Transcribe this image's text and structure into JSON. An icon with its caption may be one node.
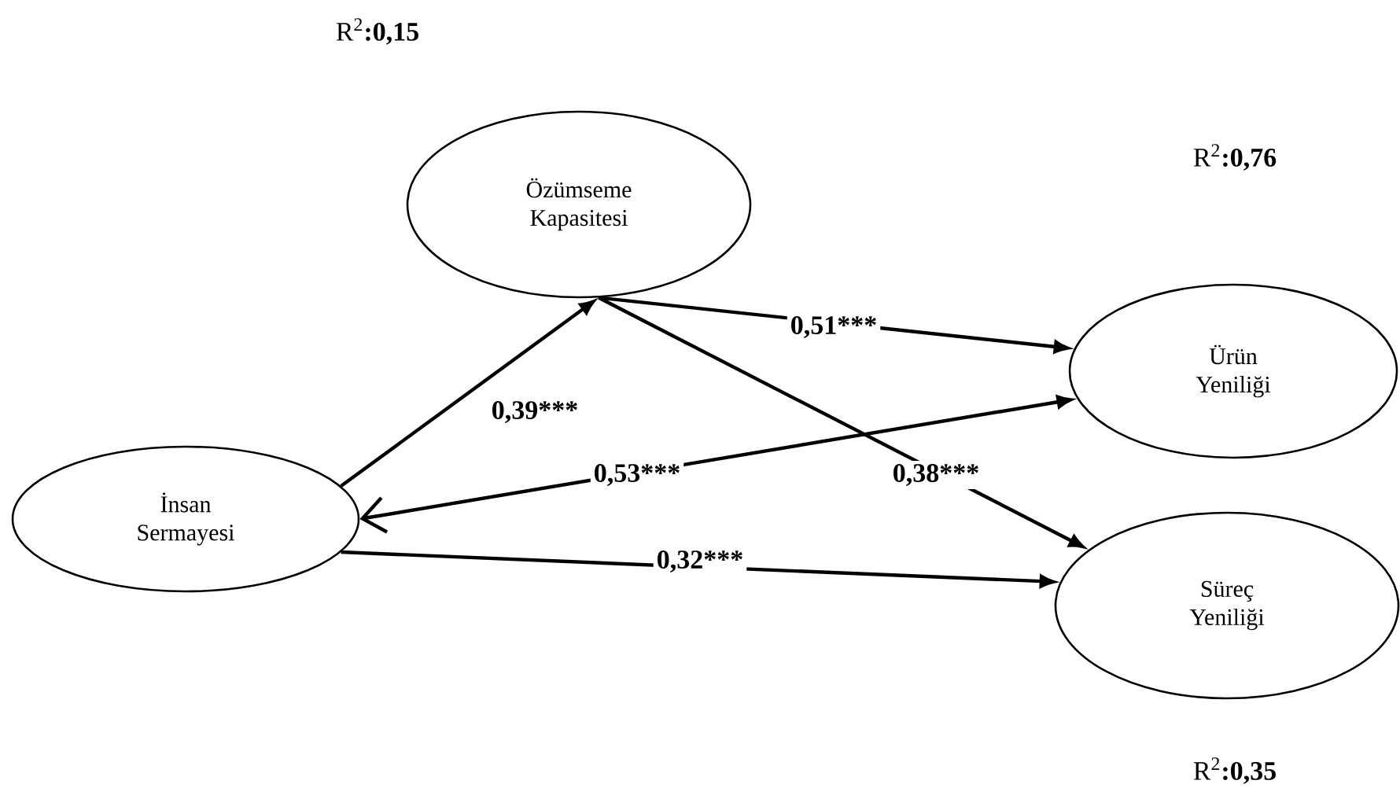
{
  "diagram": {
    "nodes": [
      {
        "text": [
          "İnsan Sermayesi"
        ]
      },
      {
        "text": [
          "Özümseme Kapasitesi"
        ]
      },
      {
        "text": [
          "Ürün Yeniliği"
        ]
      },
      {
        "text": [
          "Süreç Yeniliği"
        ]
      }
    ],
    "labels": [
      "R$^{2}$**:0,15**",
      "R$^{2}$**:0,76**",
      "R$^{2}$**:0,35**"
    ],
    "edges": [
      {
        "from": 0,
        "to": 1,
        "arrow": "to",
        "label": "0,39***"
      },
      {
        "from": 1,
        "to": 2,
        "arrow": "to",
        "label": "0,51***"
      },
      {
        "from": 0,
        "to": 2,
        "arrow": "both",
        "label": "0,53***"
      },
      {
        "from": 1,
        "to": 3,
        "arrow": "to",
        "label": "0,38***"
      },
      {
        "from": 0,
        "to": 3,
        "arrow": "to",
        "label": "0,32***"
      }
    ]
  }
}
